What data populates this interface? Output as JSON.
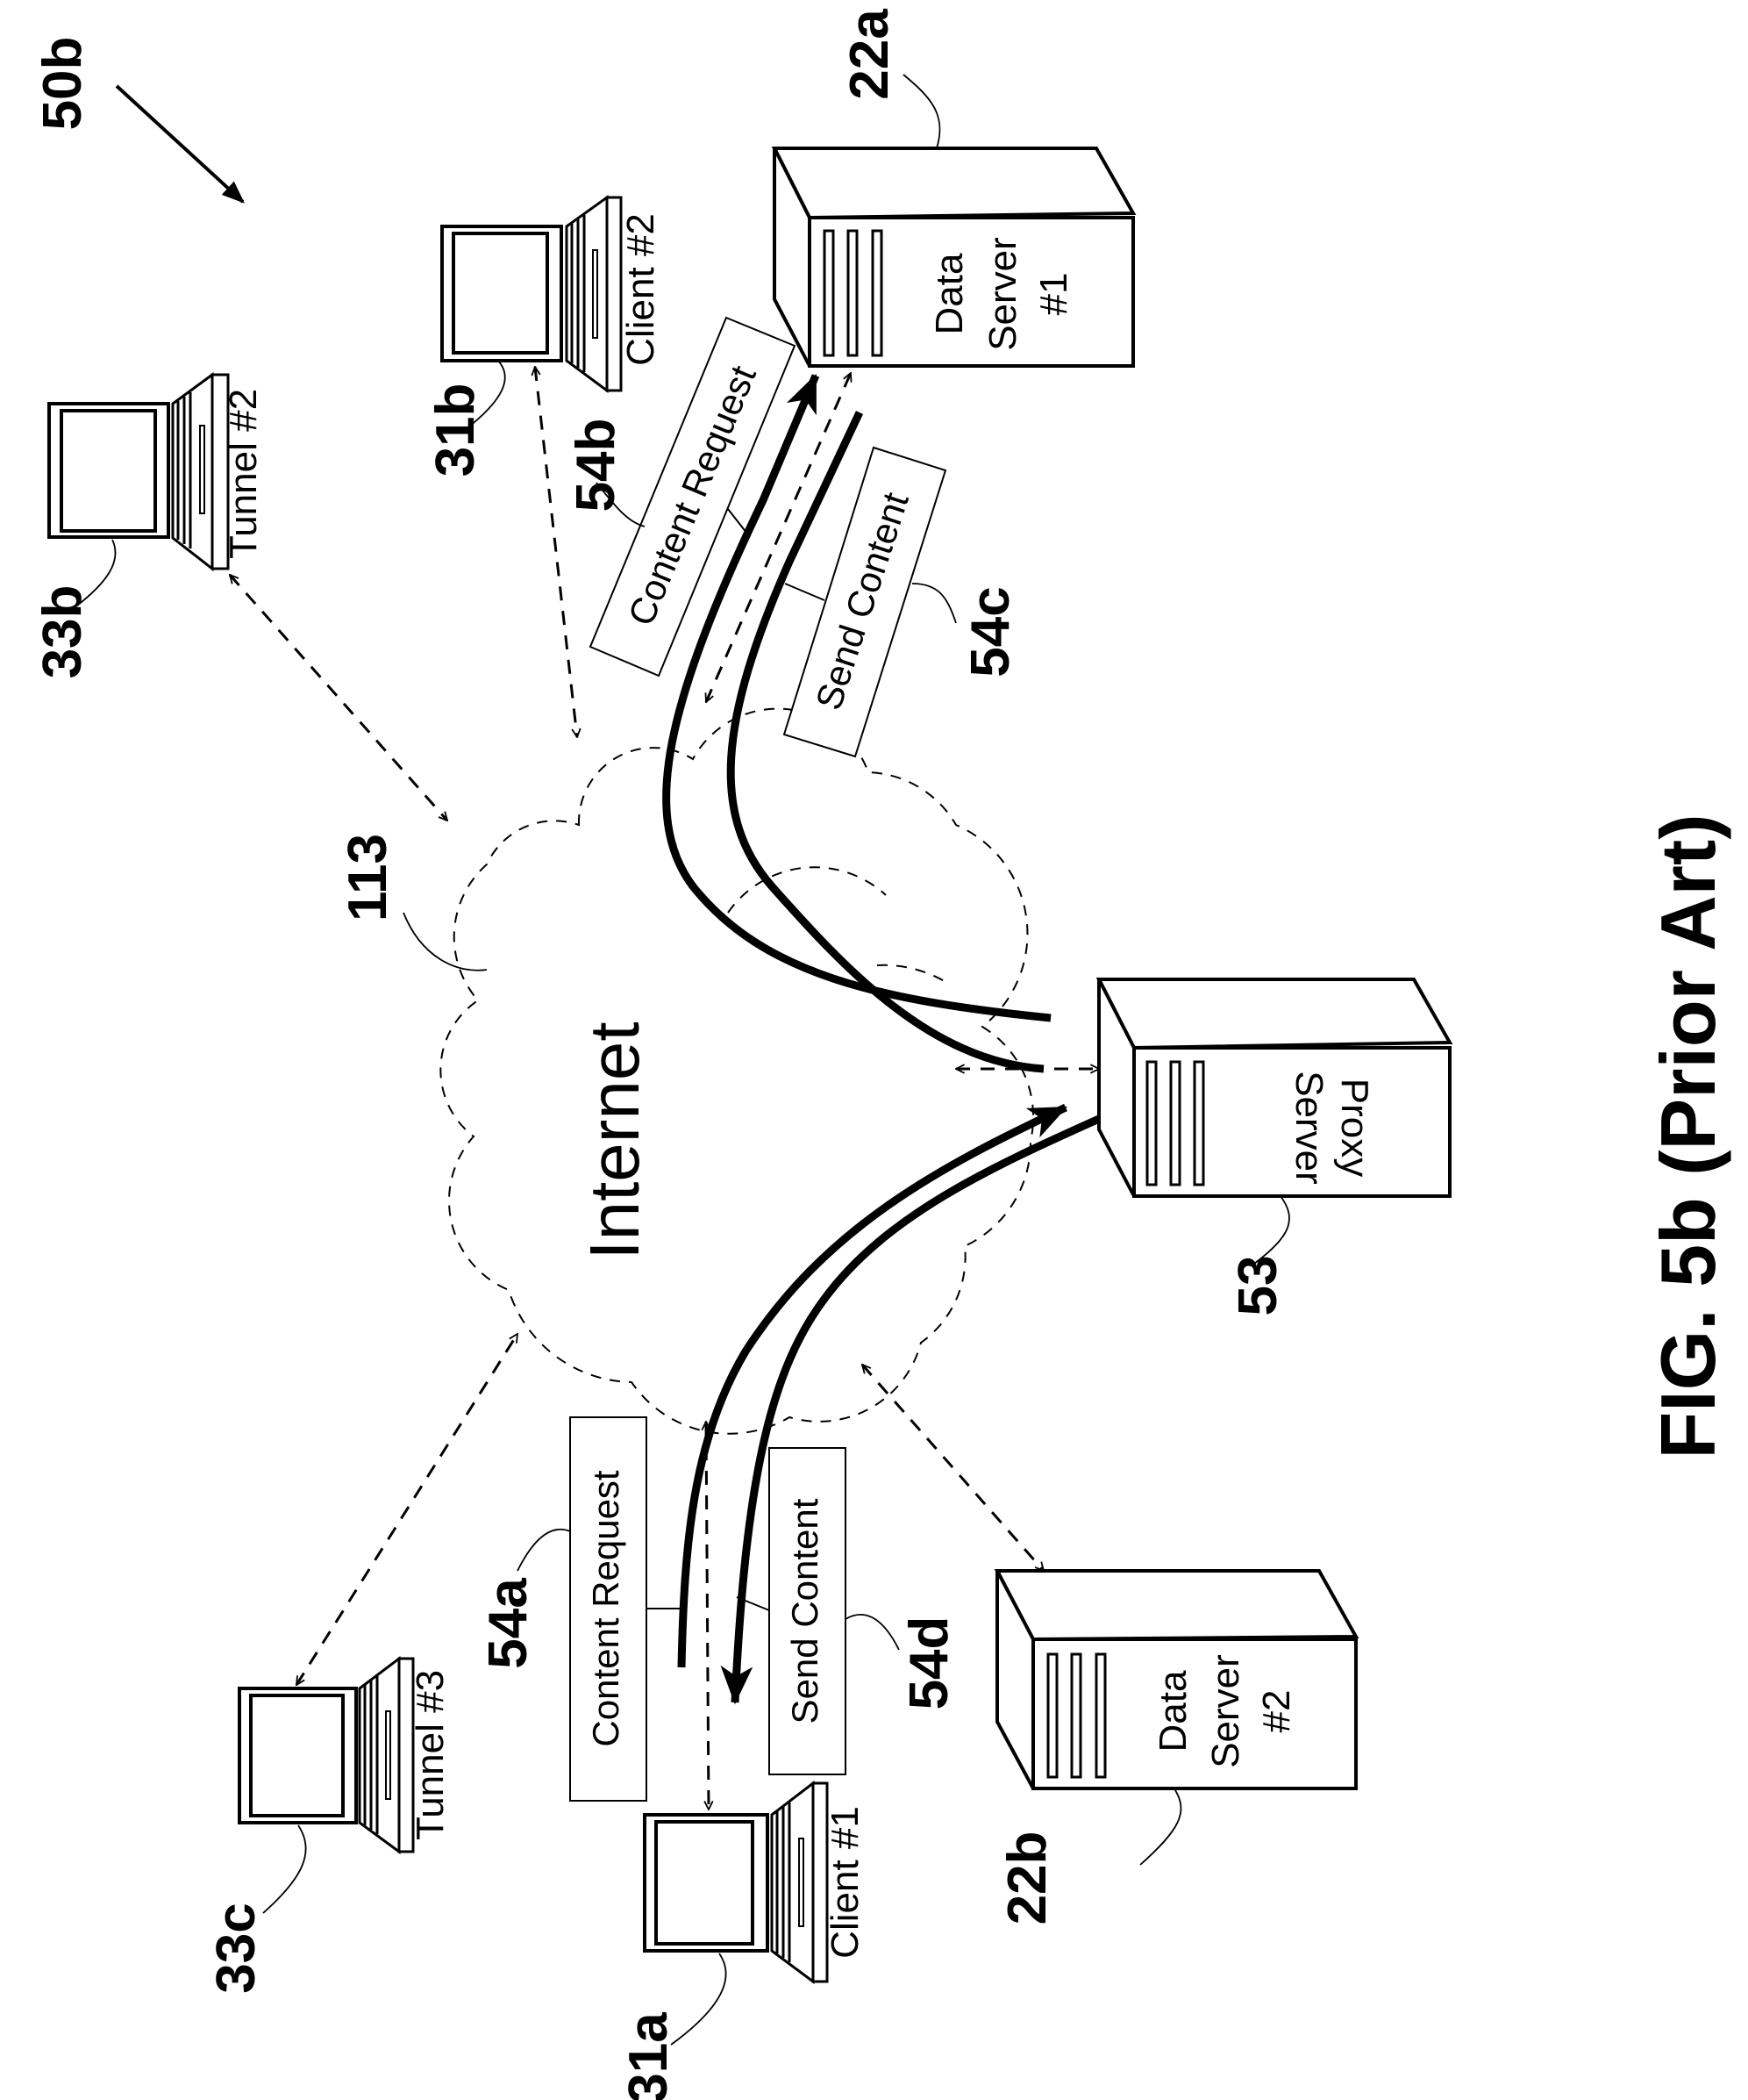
{
  "figure": {
    "title": "FIG. 5b (Prior Art)",
    "system_ref": "50b",
    "network": {
      "label": "Internet",
      "ref": "113"
    }
  },
  "nodes": {
    "tunnel2": {
      "label": "Tunnel #2",
      "ref": "33b",
      "icon": "laptop-icon"
    },
    "tunnel3": {
      "label": "Tunnel #3",
      "ref": "33c",
      "icon": "laptop-icon"
    },
    "client1": {
      "label": "Client #1",
      "ref": "31a",
      "icon": "laptop-icon"
    },
    "client2": {
      "label": "Client #2",
      "ref": "31b",
      "icon": "laptop-icon"
    },
    "data_server1": {
      "line1": "Data",
      "line2": "Server",
      "line3": "#1",
      "ref": "22a",
      "icon": "server-tower-icon"
    },
    "data_server2": {
      "line1": "Data",
      "line2": "Server",
      "line3": "#2",
      "ref": "22b",
      "icon": "server-tower-icon"
    },
    "proxy_server": {
      "line1": "Proxy",
      "line2": "Server",
      "ref": "53",
      "icon": "server-tower-icon",
      "text_orientation": "upside-down"
    }
  },
  "flows": {
    "content_request_client2": {
      "label": "Content Request",
      "ref": "54b"
    },
    "send_content_ds1": {
      "label": "Send Content",
      "ref": "54c"
    },
    "content_request_client1": {
      "label": "Content Request",
      "ref": "54a"
    },
    "send_content_client1": {
      "label": "Send Content",
      "ref": "54d"
    }
  }
}
